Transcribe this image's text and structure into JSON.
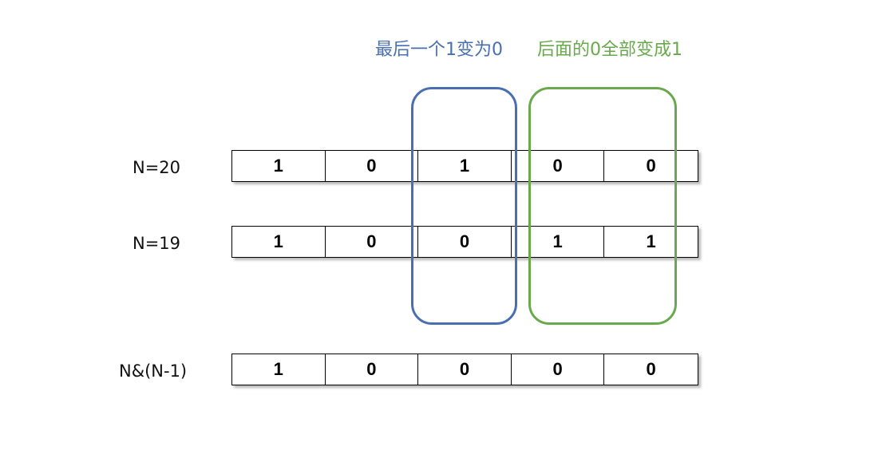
{
  "annotations": {
    "last_one_to_zero": "最后一个1变为0",
    "trailing_zeros_to_one": "后面的0全部变成1"
  },
  "rows": [
    {
      "label": "N=20",
      "bits": [
        "1",
        "0",
        "1",
        "0",
        "0"
      ]
    },
    {
      "label": "N=19",
      "bits": [
        "1",
        "0",
        "0",
        "1",
        "1"
      ]
    },
    {
      "label": "N&(N-1)",
      "bits": [
        "1",
        "0",
        "0",
        "0",
        "0"
      ]
    }
  ],
  "colors": {
    "blue_highlight": "#4a6fb0",
    "green_highlight": "#6aa84f",
    "cell_border": "#000000"
  }
}
